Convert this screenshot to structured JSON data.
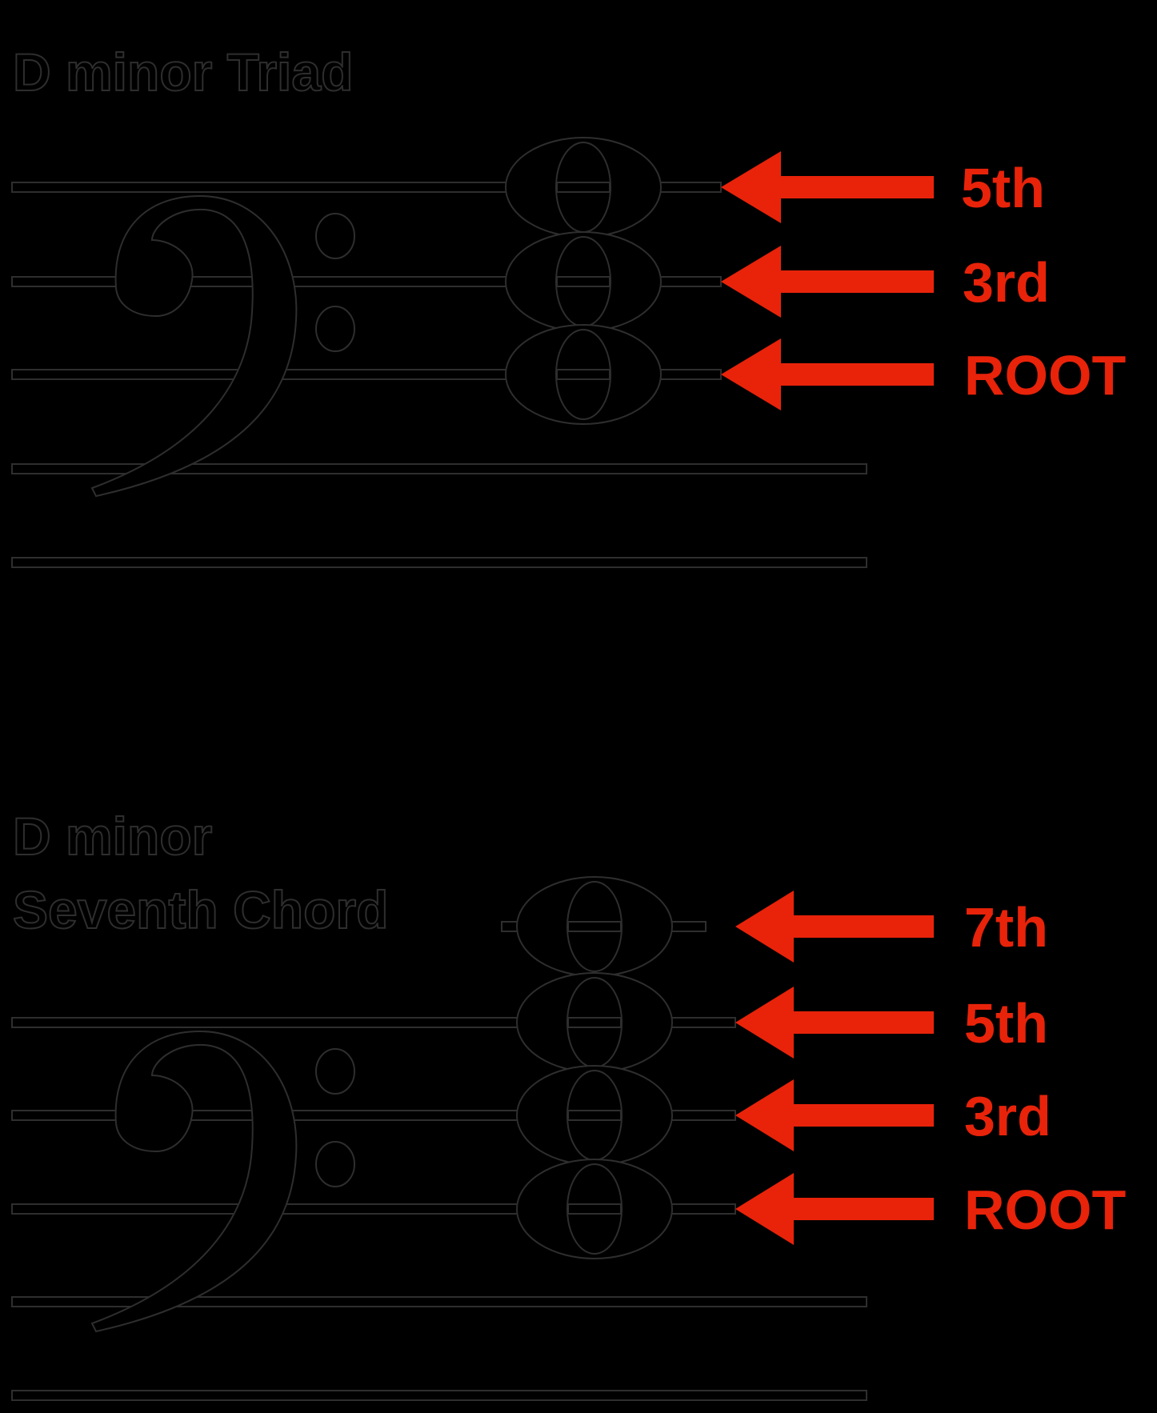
{
  "accent_color": "#e8230a",
  "triad": {
    "title": "D minor Triad",
    "labels": [
      "5th",
      "3rd",
      "ROOT"
    ]
  },
  "seventh": {
    "title_line1": "D minor",
    "title_line2": "Seventh Chord",
    "labels": [
      "7th",
      "5th",
      "3rd",
      "ROOT"
    ]
  }
}
